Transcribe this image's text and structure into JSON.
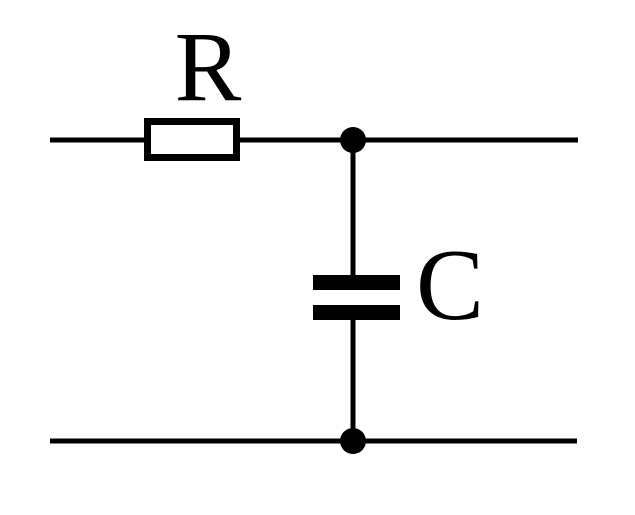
{
  "diagram": {
    "kind": "circuit-schematic",
    "components": {
      "resistor": {
        "label": "R"
      },
      "capacitor": {
        "label": "C"
      }
    },
    "colors": {
      "line": "#000000",
      "background": "#ffffff",
      "resistor_fill": "#ffffff"
    }
  }
}
